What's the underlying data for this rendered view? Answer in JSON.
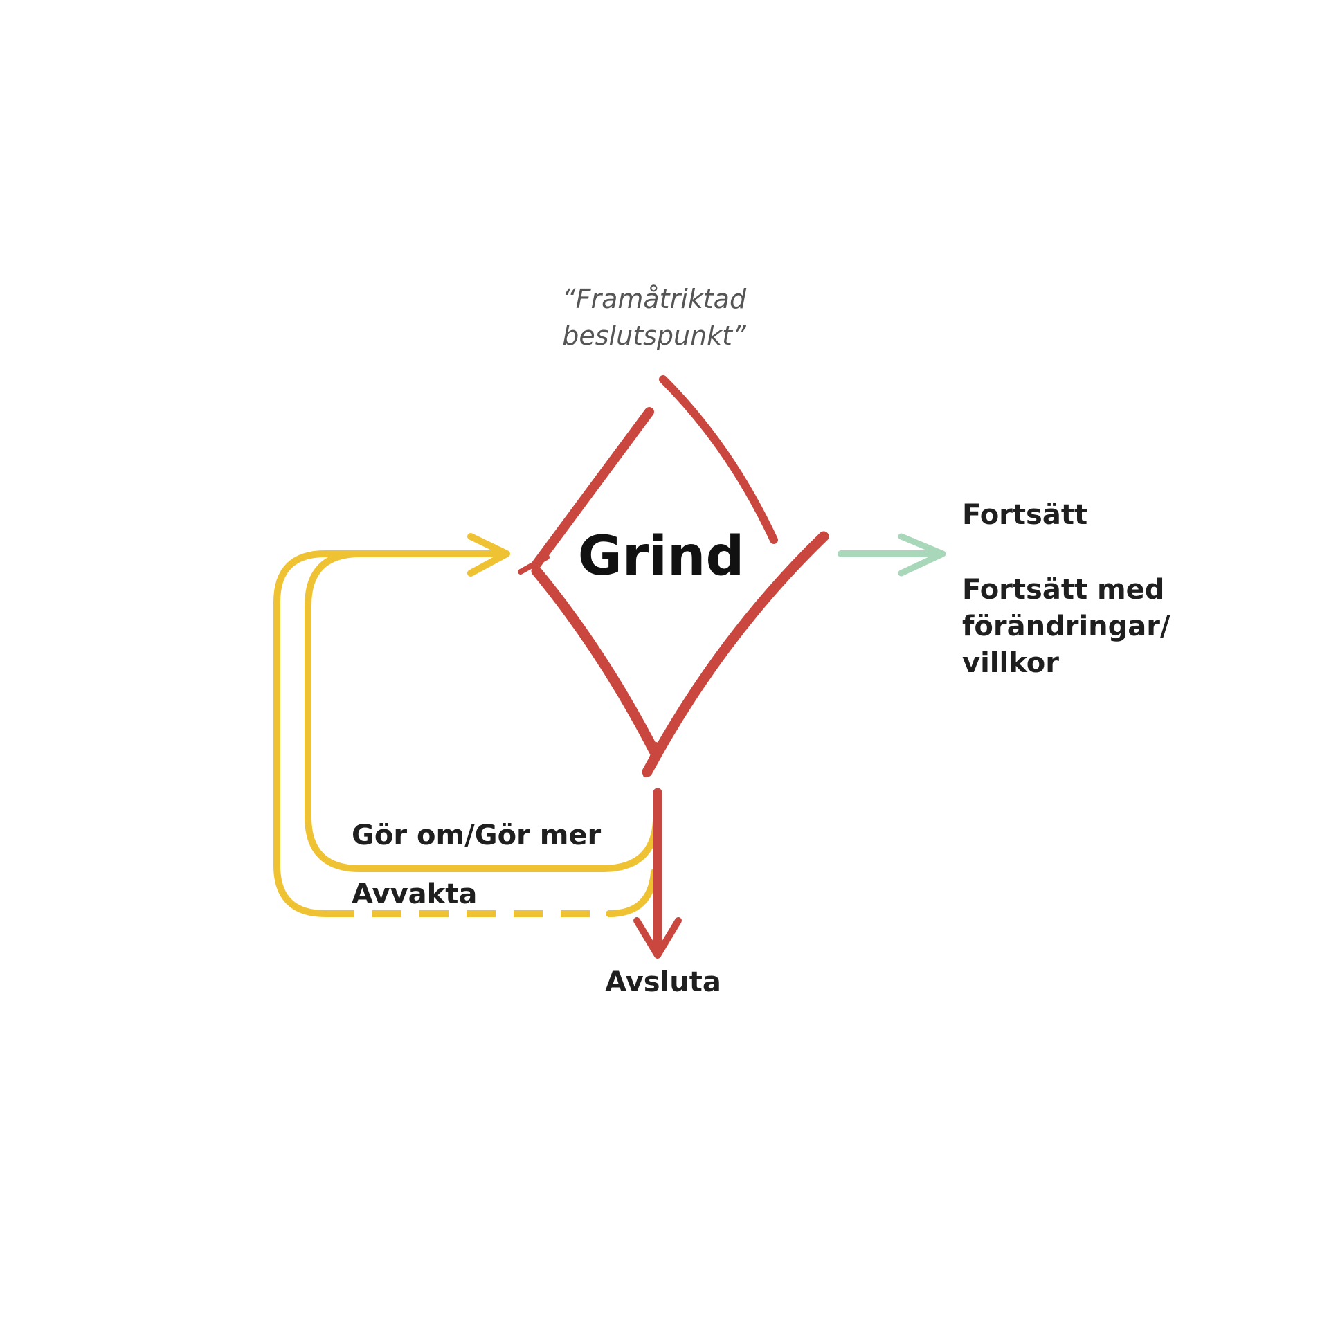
{
  "diagram": {
    "quote_line1": "“Framåtriktad",
    "quote_line2": "beslutspunkt”",
    "center_label": "Grind",
    "continue_label": "Fortsätt",
    "continue_changes_line1": "Fortsätt med",
    "continue_changes_line2": "förändringar/",
    "continue_changes_line3": "villkor",
    "redo_label": "Gör om/Gör mer",
    "wait_label": "Avvakta",
    "terminate_label": "Avsluta"
  },
  "colors": {
    "gate": "#c9473f",
    "loop": "#eec232",
    "continue_arrow": "#a8d8b9",
    "text": "#1f1f1f"
  }
}
